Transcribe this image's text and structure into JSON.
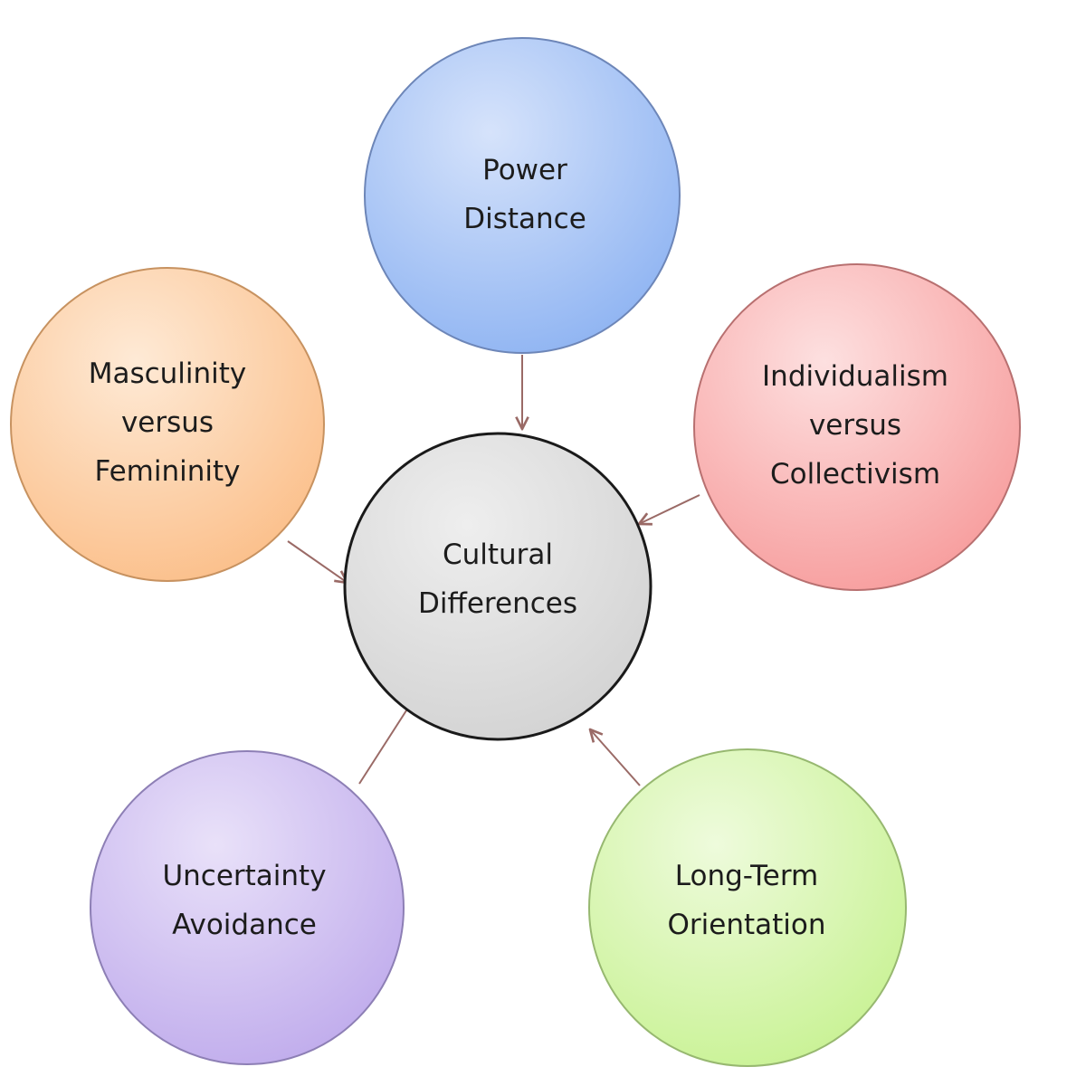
{
  "nodes": {
    "center": {
      "lines": [
        "Cultural",
        "Differences"
      ],
      "fill": "#d3d3d3",
      "fill_highlight": "#eeeeee",
      "stroke": "#1a1a1a"
    },
    "power_distance": {
      "lines": [
        "Power",
        "Distance"
      ],
      "fill": "#8fb4f2",
      "fill_highlight": "#d6e3fb",
      "stroke": "#6d86b8"
    },
    "individualism": {
      "lines": [
        "Individualism",
        "versus",
        "Collectivism"
      ],
      "fill": "#f79d9d",
      "fill_highlight": "#fde0e0",
      "stroke": "#b87070"
    },
    "masculinity": {
      "lines": [
        "Masculinity",
        "versus",
        "Femininity"
      ],
      "fill": "#fbbf8a",
      "fill_highlight": "#feead6",
      "stroke": "#c79260"
    },
    "uncertainty": {
      "lines": [
        "Uncertainty",
        "Avoidance"
      ],
      "fill": "#c0acec",
      "fill_highlight": "#e9e1f9",
      "stroke": "#8d7fb5"
    },
    "long_term": {
      "lines": [
        "Long-Term",
        "Orientation"
      ],
      "fill": "#c9f295",
      "fill_highlight": "#eefbdc",
      "stroke": "#97b870"
    }
  },
  "arrow_color": "#9a6a66"
}
